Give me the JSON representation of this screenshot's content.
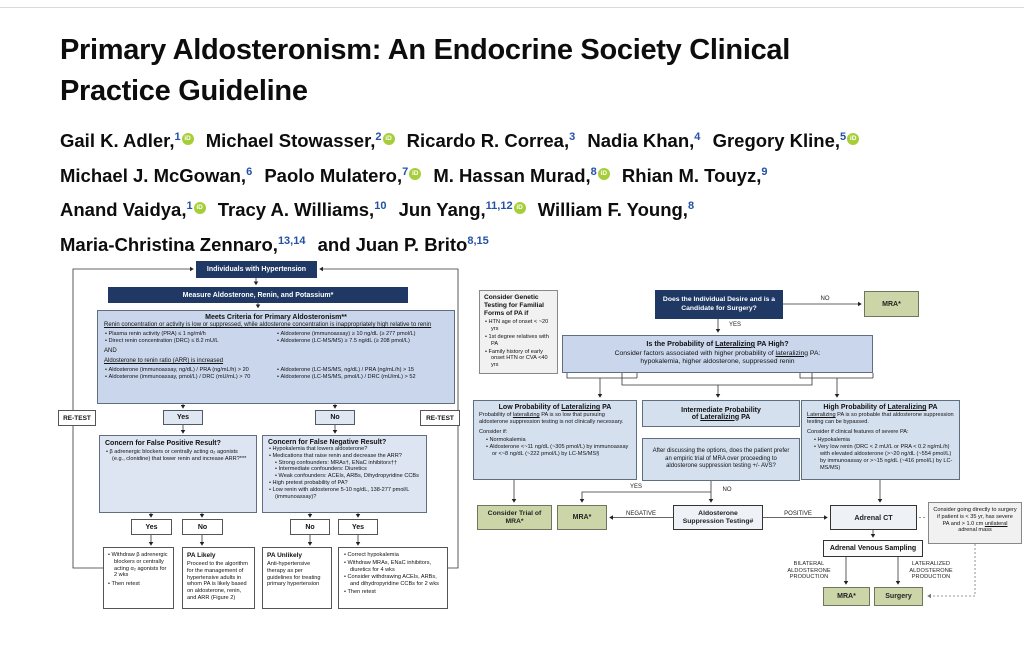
{
  "colors": {
    "navy": "#1f3864",
    "light_blue": "#c9d6eb",
    "pale_blue": "#dce5f1",
    "olive_green": "#ccd5a8",
    "orcid_green": "#a6ce39",
    "superscript_blue": "#2451a5"
  },
  "icons": {
    "orcid_label": "iD"
  },
  "header": {
    "title_line1": "Primary Aldosteronism: An Endocrine Society Clinical",
    "title_line2": "Practice Guideline",
    "authors": [
      {
        "name": "Gail K. Adler,",
        "sup": "1",
        "orcid": true
      },
      {
        "name": "Michael Stowasser,",
        "sup": "2",
        "orcid": true
      },
      {
        "name": "Ricardo R. Correa,",
        "sup": "3",
        "orcid": false
      },
      {
        "name": "Nadia Khan,",
        "sup": "4",
        "orcid": false
      },
      {
        "name": "Gregory Kline,",
        "sup": "5",
        "orcid": true
      },
      {
        "name": "Michael J. McGowan,",
        "sup": "6",
        "orcid": false
      },
      {
        "name": "Paolo Mulatero,",
        "sup": "7",
        "orcid": true
      },
      {
        "name": "M. Hassan Murad,",
        "sup": "8",
        "orcid": true
      },
      {
        "name": "Rhian M. Touyz,",
        "sup": "9",
        "orcid": false
      },
      {
        "name": "Anand Vaidya,",
        "sup": "1",
        "orcid": true
      },
      {
        "name": "Tracy A. Williams,",
        "sup": "10",
        "orcid": false
      },
      {
        "name": "Jun Yang,",
        "sup": "11,12",
        "orcid": true
      },
      {
        "name": "William F. Young,",
        "sup": "8",
        "orcid": false
      },
      {
        "name": "Maria-Christina Zennaro,",
        "sup": "13,14",
        "orcid": false
      },
      {
        "name": "and Juan P. Brito",
        "sup": "8,15",
        "orcid": false
      }
    ]
  },
  "fig1": {
    "top1": "Individuals with Hypertension",
    "top2": "Measure Aldosterone, Renin, and Potassium*",
    "retest": "RE-TEST",
    "yes": "Yes",
    "no": "No",
    "criteria": {
      "title": "Meets Criteria for Primary Aldosteronism**",
      "rule1": "Renin concentration or activity is low or suppressed, while aldosterone concentration is inappropriately high relative to renin",
      "r1b1": "Plasma renin activity (PRA) ≤ 1 ng/ml/h",
      "r1b2": "Direct renin concentration (DRC) ≤ 8.2 mU/L",
      "r1b3": "Aldosterone (immunoassay) ≥ 10 ng/dL (≥ 277 pmol/L)",
      "r1b4": "Aldosterone (LC-MS/MS) ≥ 7.5 ng/dL (≥ 208 pmol/L)",
      "and": "AND",
      "rule2": "Aldosterone to renin ratio (ARR) is increased",
      "r2b1": "Aldosterone (immunoassay, ng/dL) / PRA (ng/mL/h) > 20",
      "r2b2": "Aldosterone (immunoassay, pmol/L) / DRC (mU/mL) > 70",
      "r2b3": "Aldosterone (LC-MS/MS, ng/dL) / PRA (ng/mL/h) > 15",
      "r2b4": "Aldosterone (LC-MS/MS, pmol/L) / DRC (mU/mL) > 52"
    },
    "false_positive": {
      "title": "Concern for False Positive Result?",
      "b1": "β adrenergic blockers or centrally acting α₂ agonists (e.g., clonidine) that lower renin and increase ARR?***"
    },
    "false_negative": {
      "title": "Concern for False Negative Result?",
      "b1": "Hypokalemia that lowers aldosterone?",
      "b2": "Medications that raise renin and decrease the ARR?",
      "b2_1": "Strong confounders: MRAs†, ENaC inhibitors††",
      "b2_2": "Intermediate confounders: Diuretics",
      "b2_3": "Weak confounders: ACEIs, ARBs, Dihydropyridine CCBs",
      "b3": "High pretest probability of PA?",
      "b4": "Low renin with aldosterone 5-10 ng/dL, 138-277 pmol/L (immunoassay)?"
    },
    "outA": {
      "b1": "Withdraw β adrenergic blockers or centrally acting α₂ agonists for 2 wks",
      "b2": "Then retest"
    },
    "outB": {
      "title": "PA Likely",
      "text": "Proceed to the algorithm for the management of hypertensive adults in whom PA is likely based on aldosterone, renin, and ARR (Figure 2)"
    },
    "outC": {
      "title": "PA Unlikely",
      "text": "Anti-hypertensive therapy as per guidelines for treating primary hypertension"
    },
    "outD": {
      "b1": "Correct hypokalemia",
      "b2": "Withdraw MRAs, ENaC inhibitors, diuretics for 4 wks",
      "b3": "Consider withdrawing ACEIs, ARBs, and dihydropyridine CCBs for 2 wks",
      "b4": "Then retest"
    }
  },
  "fig3": {
    "genetic": {
      "title": "Consider Genetic Testing for Familial Forms of PA if",
      "b1": "HTN age of onset < ~20 yrs",
      "b2": "1st degree relatives with PA",
      "b3": "Family history of early onset HTN or CVA <40 yrs"
    },
    "surgery_q": "Does the Individual Desire and is a Candidate for Surgery?",
    "no_caps": "NO",
    "yes_caps": "YES",
    "mra": "MRA*",
    "prob_q": {
      "l1_pre": "Is the Probability of ",
      "l1_u": "Lateralizing",
      "l1_post": " PA High?",
      "l2_pre": "Consider factors associated with higher probability of ",
      "l2_u": "lateralizing",
      "l2_post": " PA:",
      "l3": "hypokalemia, higher aldosterone, suppressed renin"
    },
    "low": {
      "t_pre": "Low Probability of ",
      "t_u": "Lateralizing",
      "t_post": " PA",
      "body_pre": "Probability of ",
      "body_u": "lateralizing",
      "body_post": " PA is so low that pursuing aldosterone suppression testing is not clinically necessary.",
      "consider": "Consider if:",
      "b1": "Normokalemia",
      "b2": "Aldosterone <~11 ng/dL (~305 pmol/L) by immunoassay or <~8 ng/dL (~222 pmol/L) by LC-MS/MS§"
    },
    "inter": {
      "t1": "Intermediate Probability",
      "t2_pre": "of ",
      "t2_u": "Lateralizing",
      "t2_post": " PA"
    },
    "after": "After discussing the options, does the patient prefer an empiric trial of MRA over proceeding to aldosterone suppression testing +/- AVS?",
    "high": {
      "t_pre": "High Probability of ",
      "t_u": "Lateralizing",
      "t_post": " PA",
      "body_u": "Lateralizing",
      "body_post": " PA is so probable that aldosterone suppression testing can be bypassed.",
      "consider": "Consider if clinical features of severe PA:",
      "b1": "Hypokalemia",
      "b2": "Very low renin (DRC < 2 mU/L or PRA < 0.2 ng/mL/h) with elevated aldosterone (>~20 ng/dL (~554 pmol/L) by immunoassay or >~15 ng/dL (~416 pmol/L) by LC-MS/MS)"
    },
    "consider_trial": "Consider Trial of MRA*",
    "negative": "NEGATIVE",
    "positive": "POSITIVE",
    "ast": "Aldosterone Suppression Testing#",
    "adrenal_ct": "Adrenal CT",
    "avs": "Adrenal Venous Sampling",
    "bilateral": "BILATERAL ALDOSTERONE PRODUCTION",
    "lateralized": "LATERALIZED ALDOSTERONE PRODUCTION",
    "surgery": "Surgery",
    "note": {
      "pre": "Consider going directly to surgery if patient is < 35 yr, has severe PA and > 1.0 cm ",
      "u": "unilateral",
      "post": " adrenal mass"
    }
  }
}
